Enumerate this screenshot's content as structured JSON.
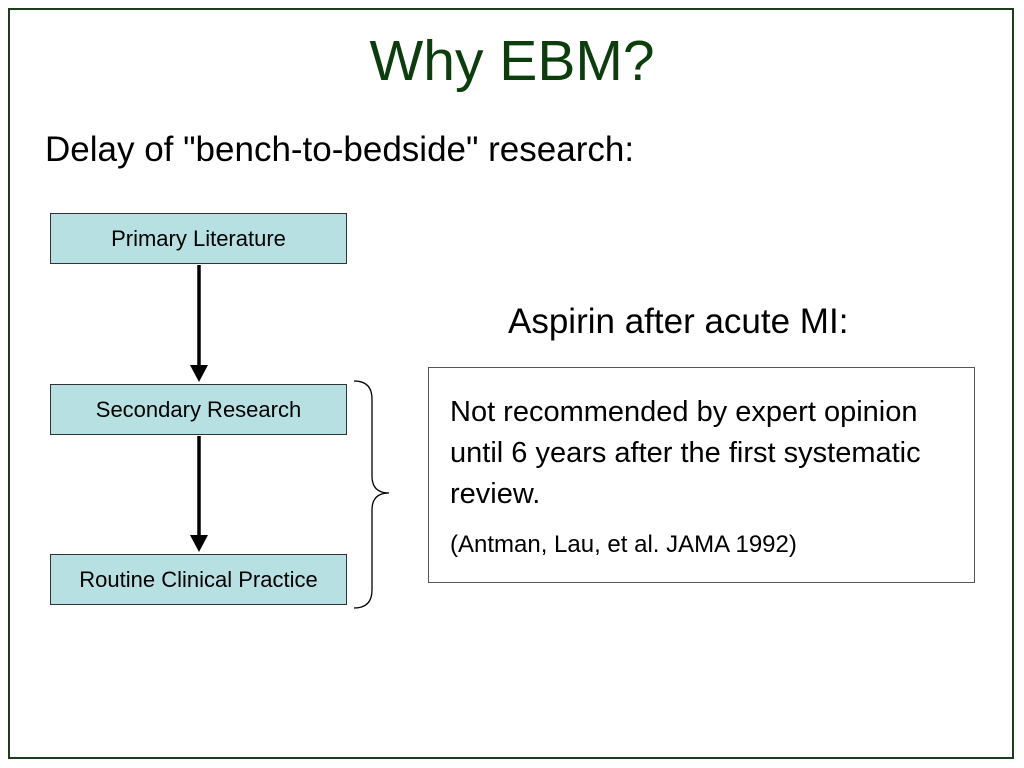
{
  "slide": {
    "title": "Why EBM?",
    "subtitle": "Delay of \"bench-to-bedside\" research:",
    "colors": {
      "title": "#0c3d0c",
      "frame": "#1e3d1e",
      "flow_box_fill": "#b7e0e2"
    }
  },
  "flow": {
    "steps": [
      {
        "label": "Primary Literature"
      },
      {
        "label": "Secondary Research"
      },
      {
        "label": "Routine Clinical Practice"
      }
    ]
  },
  "aspirin": {
    "heading": "Aspirin after acute MI:",
    "statement": "Not recommended by expert opinion until 6 years after the first systematic review.",
    "citation": "(Antman, Lau, et al. JAMA 1992)"
  }
}
